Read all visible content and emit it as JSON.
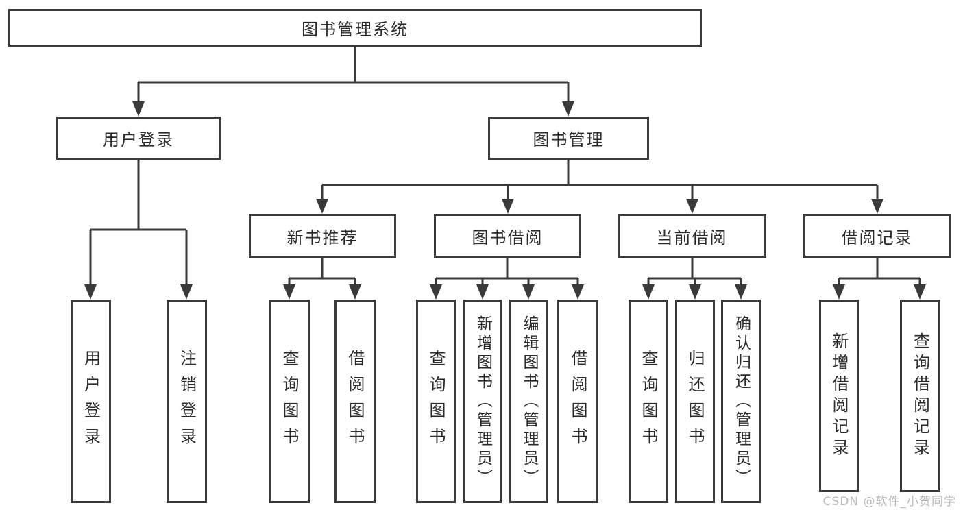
{
  "colors": {
    "line": "#3a3a3a",
    "box_border": "#3a3a3a",
    "text": "#2b2b2b",
    "background": "#ffffff",
    "watermark": "#b9b9b9"
  },
  "watermark": "CSDN @软件_小贺同学",
  "diagram": {
    "root": {
      "label": "图书管理系统"
    },
    "branches": [
      {
        "label": "用户登录",
        "children": [
          {
            "label": "用户登录"
          },
          {
            "label": "注销登录"
          }
        ]
      },
      {
        "label": "图书管理",
        "children": [
          {
            "label": "新书推荐",
            "children": [
              {
                "label": "查询图书"
              },
              {
                "label": "借阅图书"
              }
            ]
          },
          {
            "label": "图书借阅",
            "children": [
              {
                "label": "查询图书"
              },
              {
                "label": "新增图书（管理员）"
              },
              {
                "label": "编辑图书（管理员）"
              },
              {
                "label": "借阅图书"
              }
            ]
          },
          {
            "label": "当前借阅",
            "children": [
              {
                "label": "查询图书"
              },
              {
                "label": "归还图书"
              },
              {
                "label": "确认归还（管理员）"
              }
            ]
          },
          {
            "label": "借阅记录",
            "children": [
              {
                "label": "新增借阅记录"
              },
              {
                "label": "查询借阅记录"
              }
            ]
          }
        ]
      }
    ]
  }
}
